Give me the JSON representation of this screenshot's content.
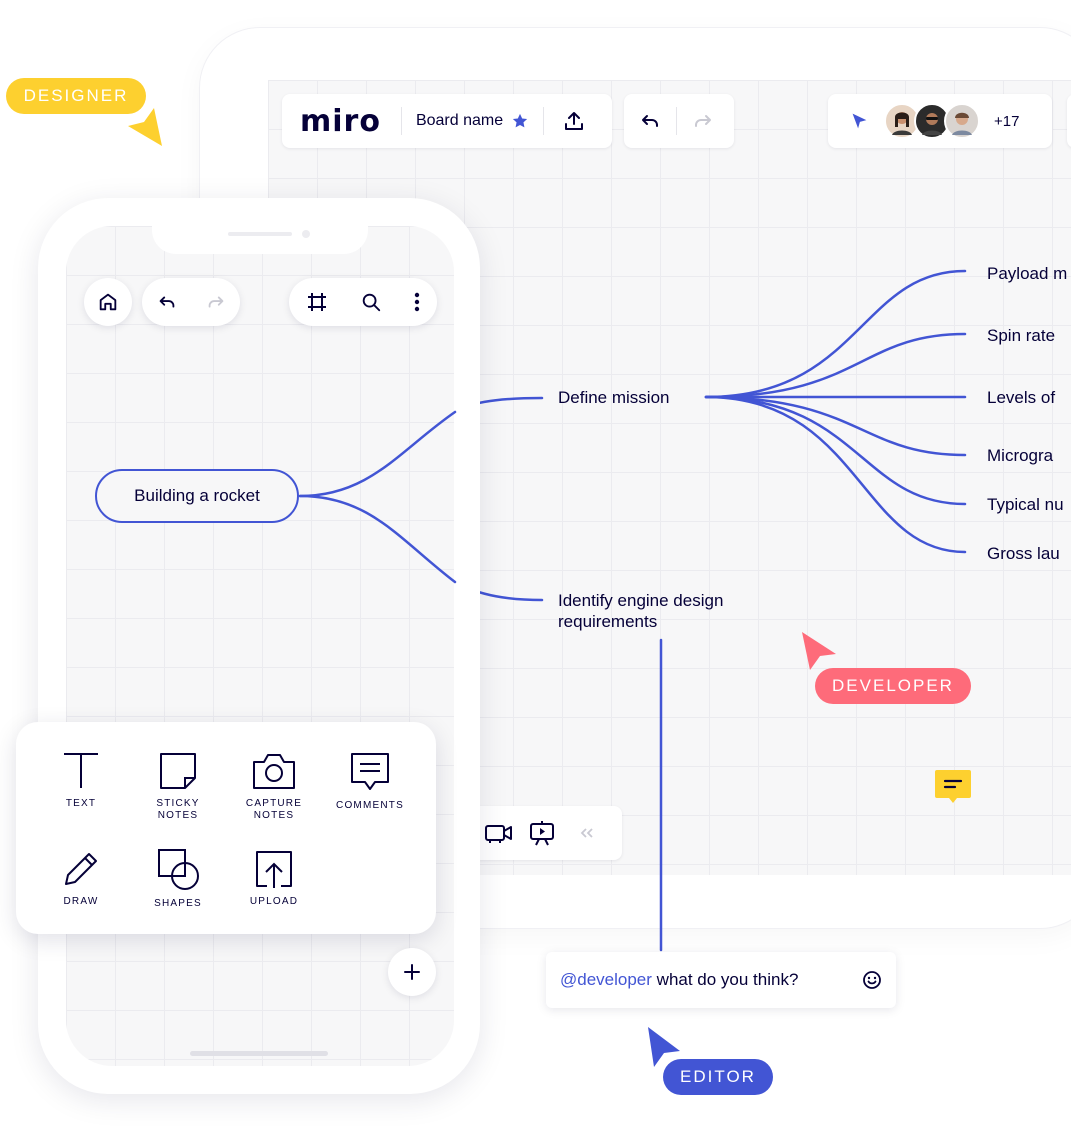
{
  "desktop": {
    "logo": "miro",
    "board_name": "Board name",
    "collaborators_extra": "+17"
  },
  "mindmap": {
    "root": "Building a rocket",
    "branches": [
      {
        "label_lines": [
          "Define mission"
        ]
      },
      {
        "label_lines": [
          "Identify engine design",
          "requirements"
        ]
      }
    ],
    "leaves": [
      "Payload m",
      "Spin rate",
      "Levels of",
      "Microgra",
      "Typical nu",
      "Gross lau"
    ]
  },
  "tools": [
    {
      "label_lines": [
        "TEXT"
      ],
      "icon": "text-icon"
    },
    {
      "label_lines": [
        "STICKY",
        "NOTES"
      ],
      "icon": "sticky-note-icon"
    },
    {
      "label_lines": [
        "CAPTURE",
        "NOTES"
      ],
      "icon": "camera-icon"
    },
    {
      "label_lines": [
        "COMMENTS"
      ],
      "icon": "comment-icon"
    },
    {
      "label_lines": [
        "DRAW"
      ],
      "icon": "pencil-icon"
    },
    {
      "label_lines": [
        "SHAPES"
      ],
      "icon": "shapes-icon"
    },
    {
      "label_lines": [
        "UPLOAD"
      ],
      "icon": "upload-icon"
    }
  ],
  "tags": {
    "designer": "DESIGNER",
    "developer": "DEVELOPER",
    "editor": "EDITOR"
  },
  "comment": {
    "mention": "@developer",
    "text": " what do you think?"
  },
  "colors": {
    "accent": "#4255d4",
    "designer": "#fdd02f",
    "developer": "#fe6b7a",
    "editor": "#4255d4",
    "sticky_comment": "#fdd02f"
  }
}
